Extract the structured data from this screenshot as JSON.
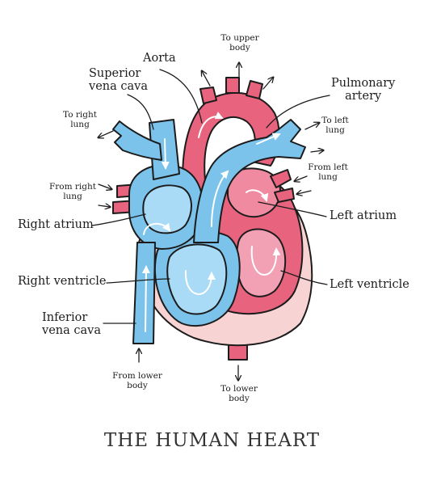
{
  "title": "THE HUMAN HEART",
  "labels": {
    "aorta": "Aorta",
    "superior_vena_cava": [
      "Superior",
      "vena cava"
    ],
    "pulmonary_artery": [
      "Pulmonary",
      "artery"
    ],
    "right_atrium": "Right atrium",
    "left_atrium": "Left atrium",
    "right_ventricle": "Right ventricle",
    "left_ventricle": "Left ventricle",
    "inferior_vena_cava": [
      "Inferior",
      "vena cava"
    ]
  },
  "flow_notes": {
    "to_upper_body": [
      "To upper",
      "body"
    ],
    "to_right_lung": [
      "To right",
      "lung"
    ],
    "to_left_lung": [
      "To left",
      "lung"
    ],
    "from_left_lung": [
      "From left",
      "lung"
    ],
    "from_right_lung": [
      "From right",
      "lung"
    ],
    "from_lower_body": [
      "From lower",
      "body"
    ],
    "to_lower_body": [
      "To lower",
      "body"
    ]
  },
  "colors": {
    "oxygenated": "#e8647e",
    "oxygenated_dark": "#d94b6a",
    "deoxygenated": "#7cc3ec",
    "deoxygenated_light": "#a9dbf6",
    "outer_wall": "#f7d3d3",
    "outline": "#1c1c1c"
  }
}
